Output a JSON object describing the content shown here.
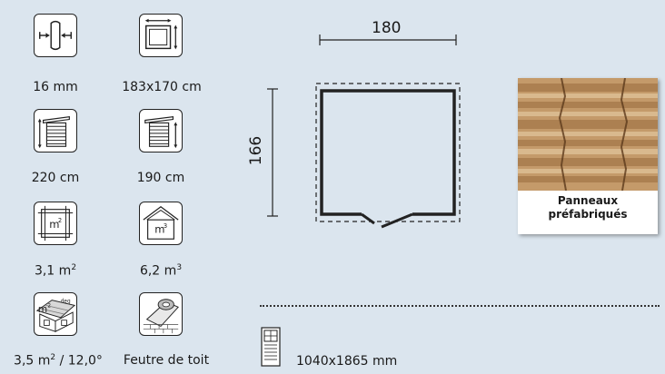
{
  "icons": {
    "thickness": {
      "label": "16 mm"
    },
    "footprint": {
      "label": "183x170 cm"
    },
    "height_front": {
      "label": "220 cm"
    },
    "height_back": {
      "label": "190 cm"
    },
    "floor_area": {
      "label": "3,1 m",
      "sup": "2",
      "icon_text": "m",
      "icon_sup": "2"
    },
    "volume": {
      "label": "6,2 m",
      "sup": "3",
      "icon_text": "m",
      "icon_sup": "3"
    },
    "roof": {
      "label_a": "3,5 m",
      "sup": "2",
      "label_b": " / 12,0°",
      "icon_text": "m",
      "icon_sup": "2",
      "icon_deg": "deg"
    },
    "roofing": {
      "label": "Feutre de toit"
    }
  },
  "plan": {
    "width_label": "180",
    "depth_label": "166"
  },
  "photo": {
    "caption_line1": "Panneaux",
    "caption_line2": "préfabriqués"
  },
  "door": {
    "label": "1040x1865 mm"
  }
}
